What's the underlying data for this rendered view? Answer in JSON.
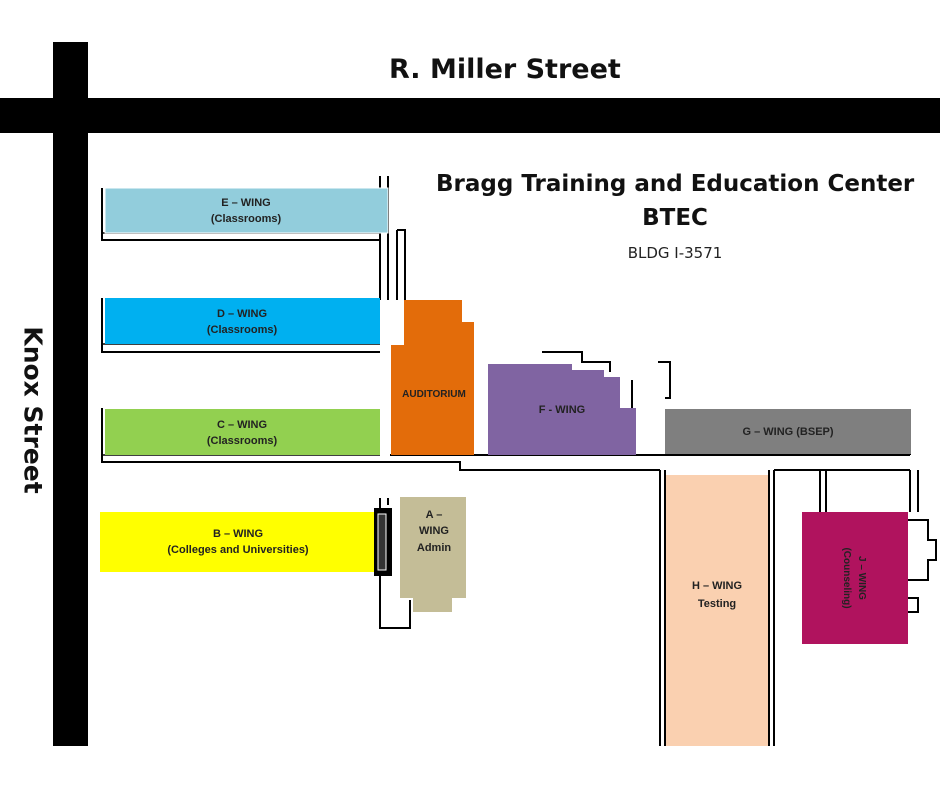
{
  "streets": {
    "top": "R. Miller Street",
    "left": "Knox Street"
  },
  "header": {
    "title": "Bragg Training and Education Center",
    "acronym": "BTEC",
    "building": "BLDG I-3571"
  },
  "wings": {
    "e": {
      "name": "E – WING",
      "use": "(Classrooms)",
      "color": "#92cddc"
    },
    "d": {
      "name": "D – WING",
      "use": "(Classrooms)",
      "color": "#00b0f0"
    },
    "c": {
      "name": "C – WING",
      "use": "(Classrooms)",
      "color": "#92d050"
    },
    "b": {
      "name": "B – WING",
      "use": "(Colleges and Universities)",
      "color": "#ffff00"
    },
    "auditorium": {
      "name": "AUDITORIUM",
      "color": "#e36c0a"
    },
    "f": {
      "name": "F - WING",
      "color": "#8064a2"
    },
    "g": {
      "name": "G – WING (BSEP)",
      "color": "#7f7f7f"
    },
    "a": {
      "name_1": "A –",
      "name_2": "WING",
      "use": "Admin",
      "color": "#c4bd97"
    },
    "h": {
      "name": "H – WING",
      "use": "Testing",
      "color": "#fad0b0"
    },
    "j": {
      "name": "J – WING",
      "use": "(Counseling)",
      "color": "#b0135e"
    }
  }
}
